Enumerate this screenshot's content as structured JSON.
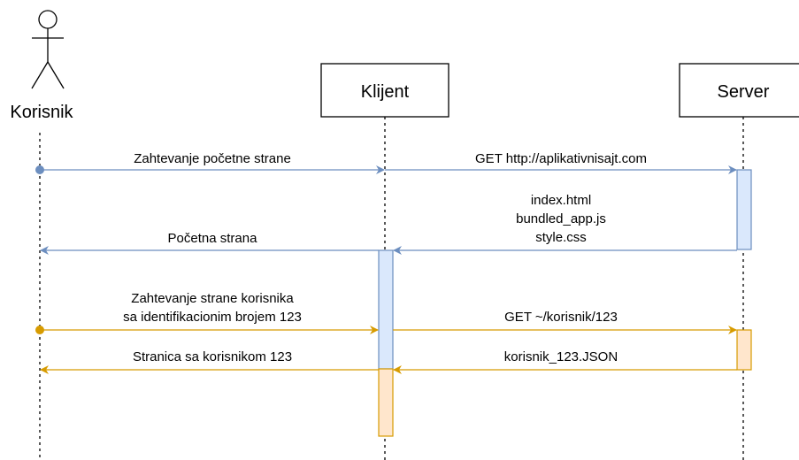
{
  "participants": {
    "actor": "Korisnik",
    "client": "Klijent",
    "server": "Server"
  },
  "messages": {
    "m1": "Zahtevanje početne strane",
    "m2": "GET http://aplikativnisajt.com",
    "m3_line1": "index.html",
    "m3_line2": "bundled_app.js",
    "m3_line3": "style.css",
    "m4": "Početna strana",
    "m5_line1": "Zahtevanje strane korisnika",
    "m5_line2": "sa identifikacionim brojem 123",
    "m6": "GET ~/korisnik/123",
    "m7": "korisnik_123.JSON",
    "m8": "Stranica sa korisnikom 123"
  },
  "colors": {
    "blue_stroke": "#6c8ebf",
    "blue_fill": "#dae8fc",
    "orange_stroke": "#d79b00",
    "orange_fill": "#ffe6cc",
    "line": "#000000"
  }
}
